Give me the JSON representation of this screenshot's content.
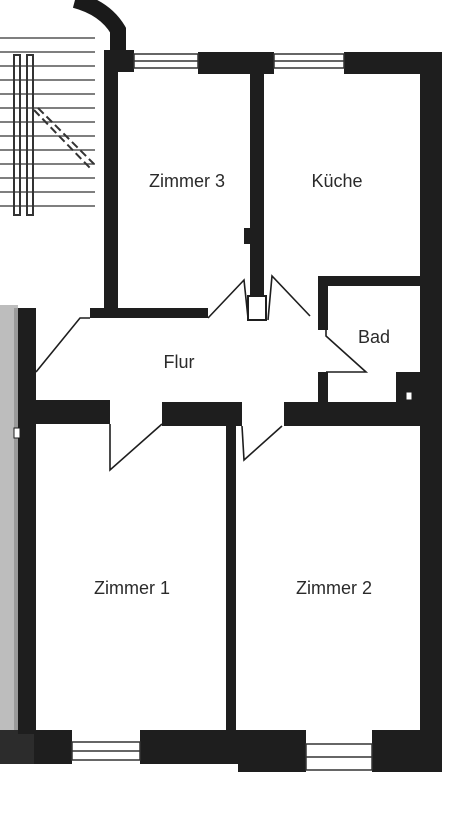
{
  "rooms": [
    {
      "id": "zimmer3",
      "label": "Zimmer 3"
    },
    {
      "id": "kueche",
      "label": "Küche"
    },
    {
      "id": "bad",
      "label": "Bad"
    },
    {
      "id": "flur",
      "label": "Flur"
    },
    {
      "id": "zimmer1",
      "label": "Zimmer 1"
    },
    {
      "id": "zimmer2",
      "label": "Zimmer 2"
    }
  ]
}
